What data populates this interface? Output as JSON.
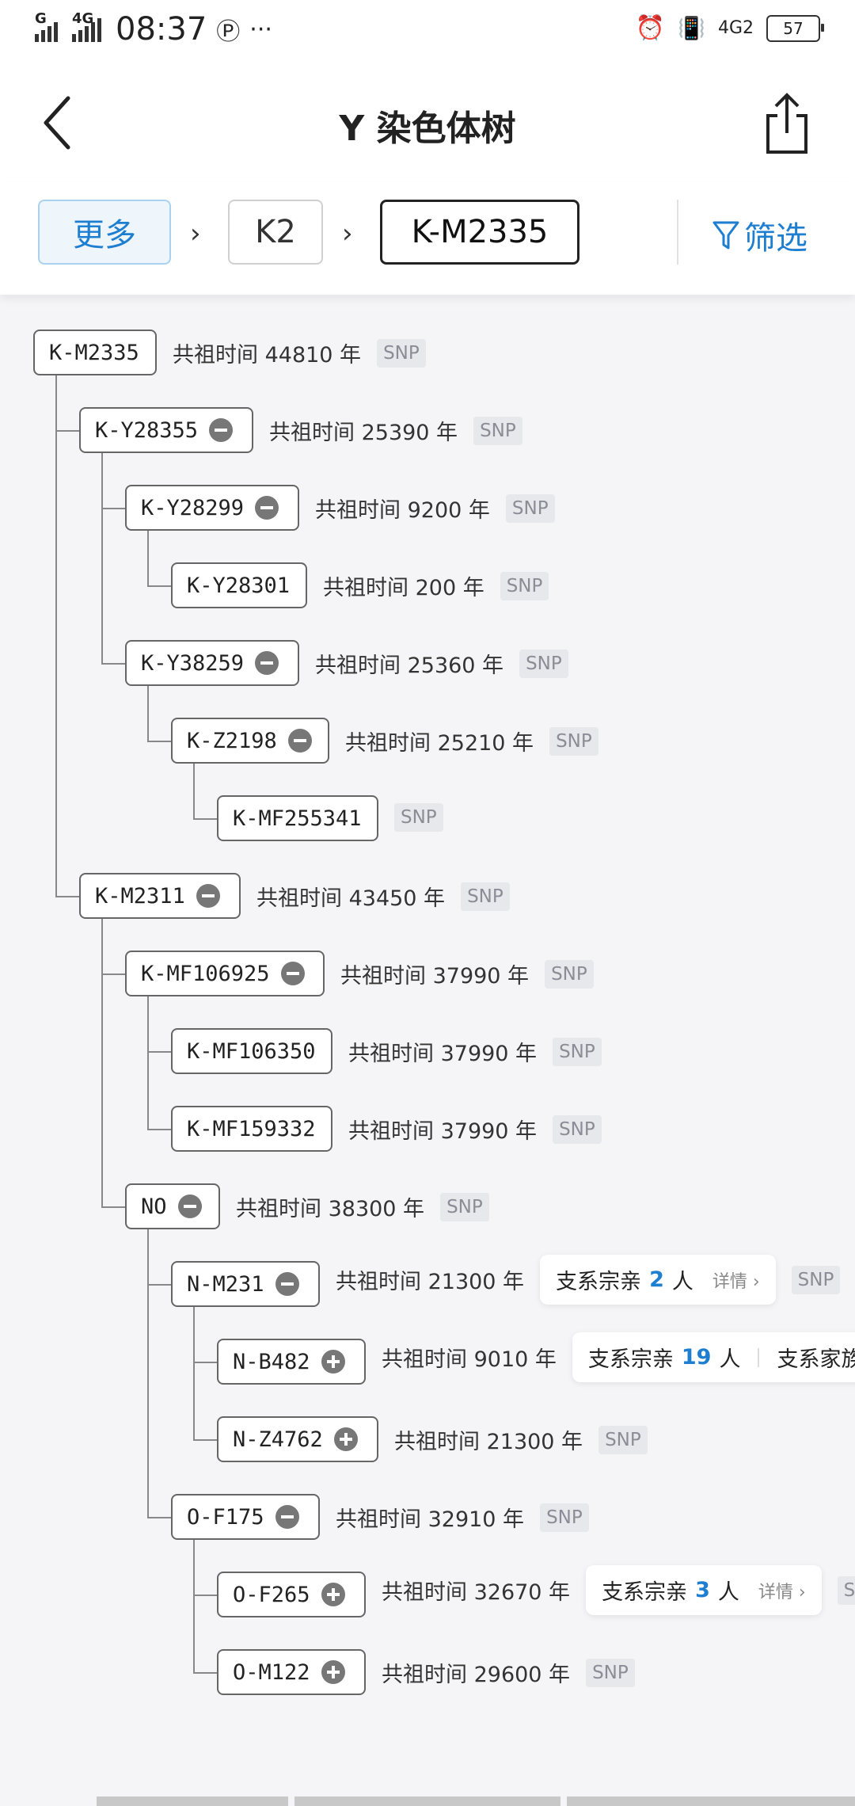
{
  "status": {
    "carrier_top": "G",
    "carrier_top2": "4G",
    "time": "08:37",
    "more": "···",
    "network_right": "4G2",
    "battery": "57"
  },
  "nav": {
    "title": "Y 染色体树"
  },
  "crumbs": {
    "more": "更多",
    "k2": "K2",
    "current": "K-M2335",
    "filter": "筛选"
  },
  "labels": {
    "snp": "SNP",
    "detail": "详情"
  },
  "tree": [
    {
      "name": "K-M2335",
      "info": "共祖时间 44810 年",
      "toggle": "none"
    },
    {
      "name": "K-Y28355",
      "info": "共祖时间 25390 年",
      "toggle": "minus"
    },
    {
      "name": "K-Y28299",
      "info": "共祖时间 9200 年",
      "toggle": "minus"
    },
    {
      "name": "K-Y28301",
      "info": "共祖时间 200 年",
      "toggle": "none"
    },
    {
      "name": "K-Y38259",
      "info": "共祖时间 25360 年",
      "toggle": "minus"
    },
    {
      "name": "K-Z2198",
      "info": "共祖时间 25210 年",
      "toggle": "minus"
    },
    {
      "name": "K-MF255341",
      "info": "",
      "toggle": "none"
    },
    {
      "name": "K-M2311",
      "info": "共祖时间 43450 年",
      "toggle": "minus"
    },
    {
      "name": "K-MF106925",
      "info": "共祖时间 37990 年",
      "toggle": "minus"
    },
    {
      "name": "K-MF106350",
      "info": "共祖时间 37990 年",
      "toggle": "none"
    },
    {
      "name": "K-MF159332",
      "info": "共祖时间 37990 年",
      "toggle": "none"
    },
    {
      "name": "NO",
      "info": "共祖时间 38300 年",
      "toggle": "minus"
    },
    {
      "name": "N-M231",
      "info": "共祖时间 21300 年",
      "toggle": "minus",
      "kin": {
        "pre": "支系宗亲",
        "count": "2",
        "post": "人"
      }
    },
    {
      "name": "N-B482",
      "info": "共祖时间 9010 年",
      "toggle": "plus",
      "kin": {
        "pre": "支系宗亲",
        "count": "19",
        "post": "人",
        "extra": "支系家族"
      }
    },
    {
      "name": "N-Z4762",
      "info": "共祖时间 21300 年",
      "toggle": "plus"
    },
    {
      "name": "O-F175",
      "info": "共祖时间 32910 年",
      "toggle": "minus"
    },
    {
      "name": "O-F265",
      "info": "共祖时间 32670 年",
      "toggle": "plus",
      "kin": {
        "pre": "支系宗亲",
        "count": "3",
        "post": "人"
      }
    },
    {
      "name": "O-M122",
      "info": "共祖时间 29600 年",
      "toggle": "plus"
    }
  ]
}
